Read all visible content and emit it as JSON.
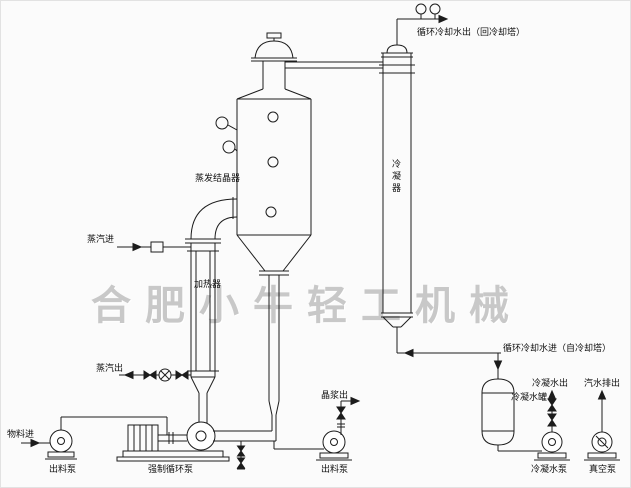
{
  "watermark": "合肥小牛轻工机械",
  "equipment": {
    "crystallizer": "蒸发结晶器",
    "condenser": "冷凝器",
    "heater": "加热器",
    "condensate_tank": "冷凝水罐"
  },
  "streams": {
    "steam_in": "蒸汽进",
    "steam_out": "蒸汽出",
    "material_in": "物料进",
    "slurry_out": "晶浆出",
    "cooling_water_out": "循环冷却水出（回冷却塔）",
    "cooling_water_in": "循环冷却水进（自冷却塔）",
    "condensate_out": "冷凝水出",
    "vapor_water_out": "汽水排出"
  },
  "pumps": {
    "left_discharge": "出料泵",
    "forced_circulation": "强制循环泵",
    "mid_discharge": "出料泵",
    "condensate": "冷凝水泵",
    "vacuum": "真空泵"
  },
  "colors": {
    "line": "#1c1c1c",
    "background": "#fbfbfb",
    "watermark": "#c8c8c8"
  }
}
